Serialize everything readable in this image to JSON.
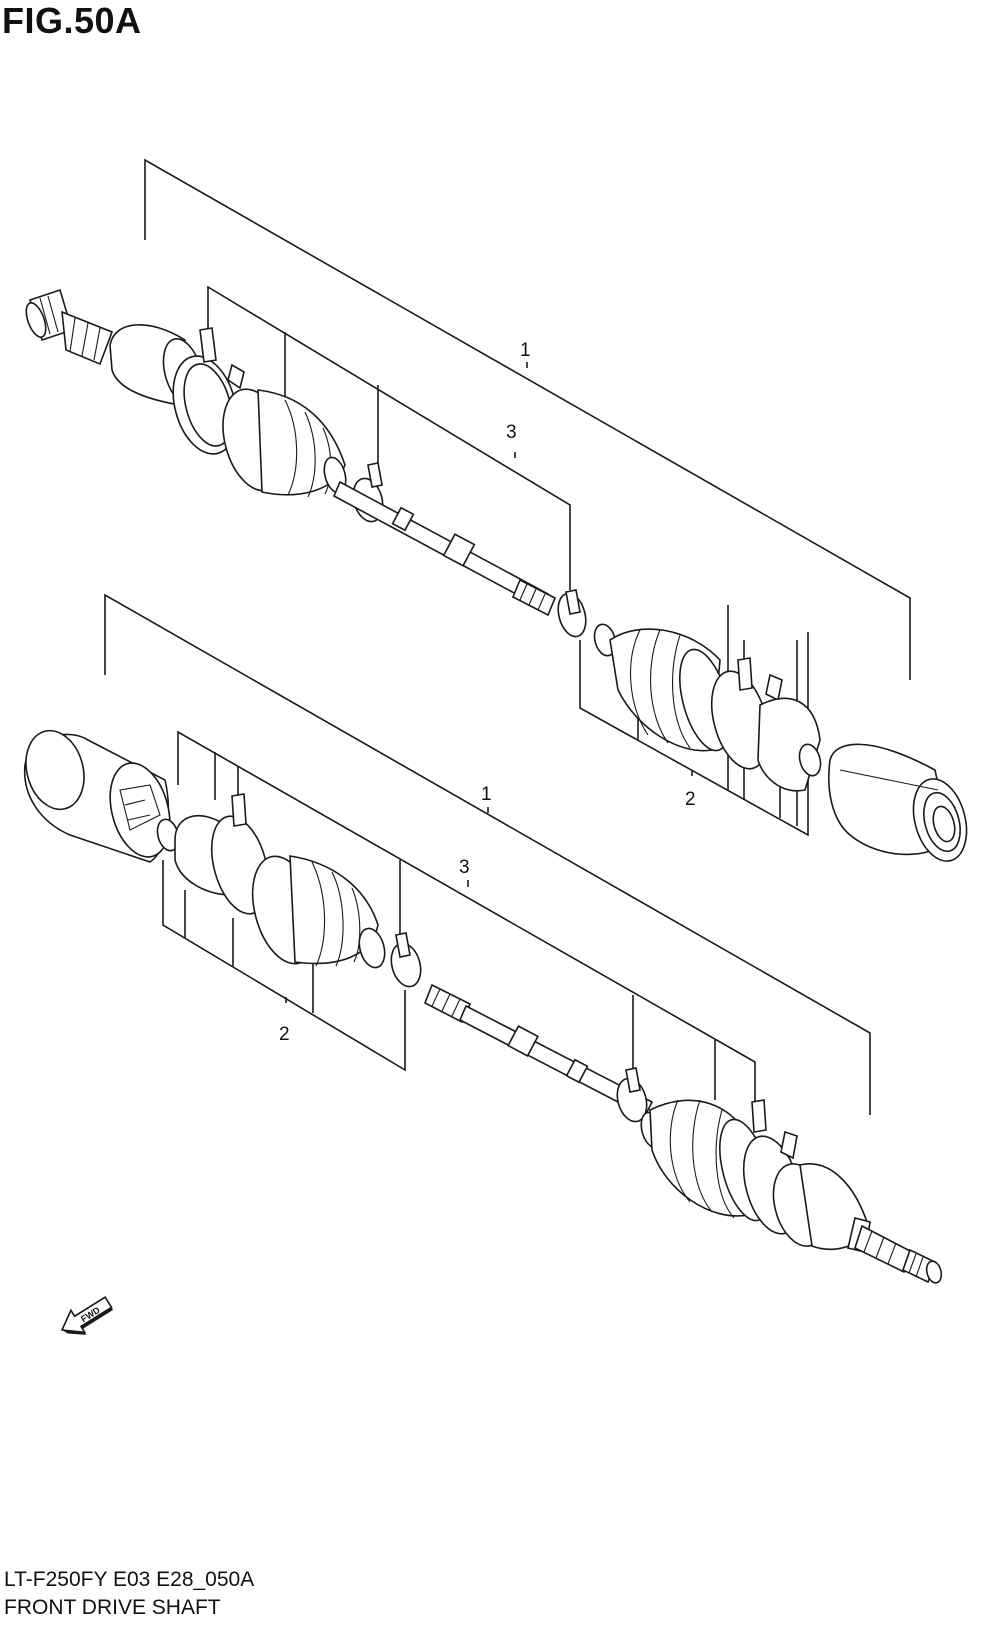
{
  "figure": {
    "title": "FIG.50A",
    "model_code": "LT-F250FY E03 E28_050A",
    "name": "FRONT DRIVE SHAFT"
  },
  "callouts": {
    "upper_assembly": "1",
    "upper_shaft": "3",
    "upper_boot_set": "2",
    "lower_assembly": "1",
    "lower_shaft": "3",
    "lower_boot_set": "2"
  },
  "fwd_arrow": {
    "label": "FWD",
    "icon": "fwd-arrow-icon"
  }
}
